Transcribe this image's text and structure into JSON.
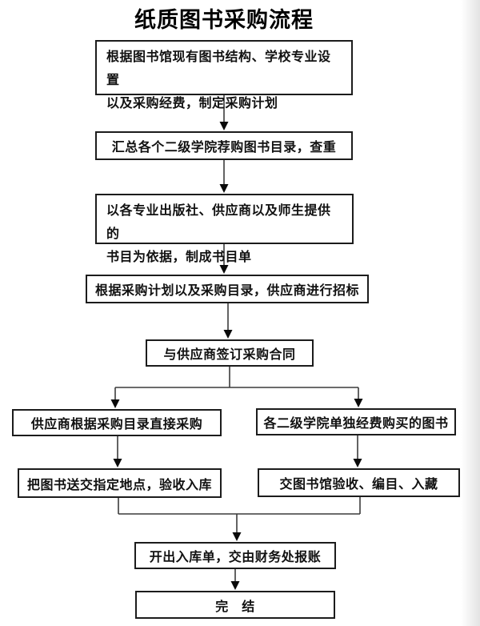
{
  "flow": {
    "title": "纸质图书采购流程",
    "steps": [
      {
        "text": "根据图书馆现有图书结构、学校专业设置\n以及采购经费，制定采购计划"
      },
      {
        "text": "汇总各个二级学院荐购图书目录，查重"
      },
      {
        "text": "以各专业出版社、供应商以及师生提供的\n书目为依据，制成书目单"
      },
      {
        "text": "根据采购计划以及采购目录，供应商进行招标"
      },
      {
        "text": "与供应商签订采购合同"
      },
      {
        "text": "供应商根据采购目录直接采购"
      },
      {
        "text": "各二级学院单独经费购买的图书"
      },
      {
        "text": "把图书送交指定地点，验收入库"
      },
      {
        "text": "交图书馆验收、编目、入藏"
      },
      {
        "text": "开出入库单，交由财务处报账"
      },
      {
        "text": "完　结"
      }
    ],
    "colors": {
      "box_border": "#1c1c1c",
      "connector_line": "#3c3c3c",
      "arrowhead": "#0a0a0a",
      "text": "#111111",
      "background": "#ffffff"
    }
  }
}
